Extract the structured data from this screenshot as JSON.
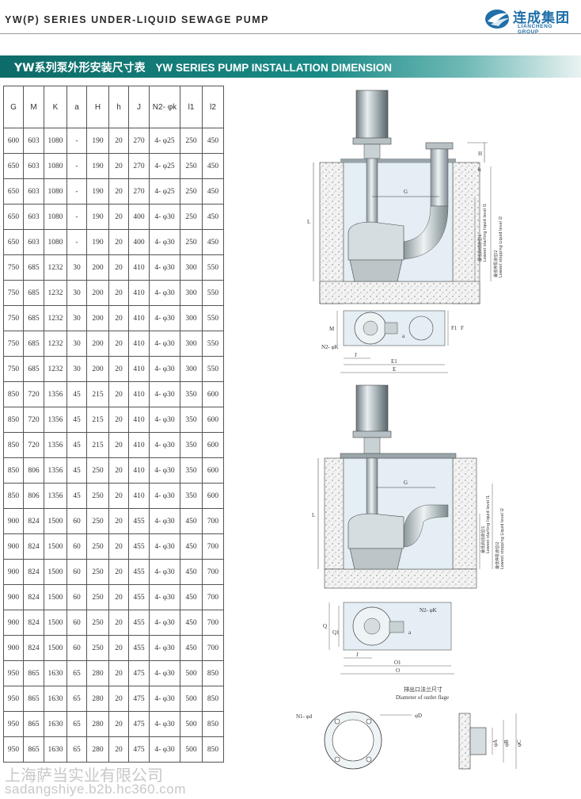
{
  "header": {
    "title": "YW(P) SERIES UNDER-LIQUID SEWAGE PUMP",
    "logo_cn": "连成集团",
    "logo_en": "LIANCHENG GROUP"
  },
  "banner": {
    "title_cn": "YW系列泵外形安装尺寸表",
    "title_en": "YW SERIES PUMP INSTALLATION DIMENSION"
  },
  "table": {
    "columns": [
      "G",
      "M",
      "K",
      "a",
      "H",
      "h",
      "J",
      "N2- φk",
      "l1",
      "l2"
    ],
    "rows": [
      [
        "600",
        "603",
        "1080",
        "-",
        "190",
        "20",
        "270",
        "4- φ25",
        "250",
        "450"
      ],
      [
        "650",
        "603",
        "1080",
        "-",
        "190",
        "20",
        "270",
        "4- φ25",
        "250",
        "450"
      ],
      [
        "650",
        "603",
        "1080",
        "-",
        "190",
        "20",
        "270",
        "4- φ25",
        "250",
        "450"
      ],
      [
        "650",
        "603",
        "1080",
        "-",
        "190",
        "20",
        "400",
        "4- φ30",
        "250",
        "450"
      ],
      [
        "650",
        "603",
        "1080",
        "-",
        "190",
        "20",
        "400",
        "4- φ30",
        "250",
        "450"
      ],
      [
        "750",
        "685",
        "1232",
        "30",
        "200",
        "20",
        "410",
        "4- φ30",
        "300",
        "550"
      ],
      [
        "750",
        "685",
        "1232",
        "30",
        "200",
        "20",
        "410",
        "4- φ30",
        "300",
        "550"
      ],
      [
        "750",
        "685",
        "1232",
        "30",
        "200",
        "20",
        "410",
        "4- φ30",
        "300",
        "550"
      ],
      [
        "750",
        "685",
        "1232",
        "30",
        "200",
        "20",
        "410",
        "4- φ30",
        "300",
        "550"
      ],
      [
        "750",
        "685",
        "1232",
        "30",
        "200",
        "20",
        "410",
        "4- φ30",
        "300",
        "550"
      ],
      [
        "850",
        "720",
        "1356",
        "45",
        "215",
        "20",
        "410",
        "4- φ30",
        "350",
        "600"
      ],
      [
        "850",
        "720",
        "1356",
        "45",
        "215",
        "20",
        "410",
        "4- φ30",
        "350",
        "600"
      ],
      [
        "850",
        "720",
        "1356",
        "45",
        "215",
        "20",
        "410",
        "4- φ30",
        "350",
        "600"
      ],
      [
        "850",
        "806",
        "1356",
        "45",
        "250",
        "20",
        "410",
        "4- φ30",
        "350",
        "600"
      ],
      [
        "850",
        "806",
        "1356",
        "45",
        "250",
        "20",
        "410",
        "4- φ30",
        "350",
        "600"
      ],
      [
        "900",
        "824",
        "1500",
        "60",
        "250",
        "20",
        "455",
        "4- φ30",
        "450",
        "700"
      ],
      [
        "900",
        "824",
        "1500",
        "60",
        "250",
        "20",
        "455",
        "4- φ30",
        "450",
        "700"
      ],
      [
        "900",
        "824",
        "1500",
        "60",
        "250",
        "20",
        "455",
        "4- φ30",
        "450",
        "700"
      ],
      [
        "900",
        "824",
        "1500",
        "60",
        "250",
        "20",
        "455",
        "4- φ30",
        "450",
        "700"
      ],
      [
        "900",
        "824",
        "1500",
        "60",
        "250",
        "20",
        "455",
        "4- φ30",
        "450",
        "700"
      ],
      [
        "900",
        "824",
        "1500",
        "60",
        "250",
        "20",
        "455",
        "4- φ30",
        "450",
        "700"
      ],
      [
        "950",
        "865",
        "1630",
        "65",
        "280",
        "20",
        "475",
        "4- φ30",
        "500",
        "850"
      ],
      [
        "950",
        "865",
        "1630",
        "65",
        "280",
        "20",
        "475",
        "4- φ30",
        "500",
        "850"
      ],
      [
        "950",
        "865",
        "1630",
        "65",
        "280",
        "20",
        "475",
        "4- φ30",
        "500",
        "850"
      ],
      [
        "950",
        "865",
        "1630",
        "65",
        "280",
        "20",
        "475",
        "4- φ30",
        "500",
        "850"
      ]
    ]
  },
  "diagram": {
    "labels": {
      "L": "L",
      "G": "G",
      "H": "H",
      "h": "h",
      "level1_cn": "最低启动液位l1",
      "level1_en": "Lowest starting liquid level l1",
      "level2_cn": "最低停泵液位l2",
      "level2_en": "Lowest stopping Liquid level l2",
      "M": "M",
      "F": "F",
      "F1": "F1",
      "a": "a",
      "N2K": "N2- φK",
      "J": "J",
      "E1": "E1",
      "E": "E",
      "Q": "Q",
      "Q1": "Q1",
      "O1": "O1",
      "O": "O",
      "N1d": "N1- φd",
      "D": "φD",
      "A": "φA",
      "B": "φB",
      "C": "φC"
    },
    "flange_title_cn": "排出口法兰尺寸",
    "flange_title_en": "Diameter of outlet flage"
  },
  "watermark": {
    "cn": "上海萨当实业有限公司",
    "url": "sadangshiye.b2b.hc360.com"
  },
  "colors": {
    "accent": "#0d6b68",
    "brand": "#1f6fa8"
  }
}
